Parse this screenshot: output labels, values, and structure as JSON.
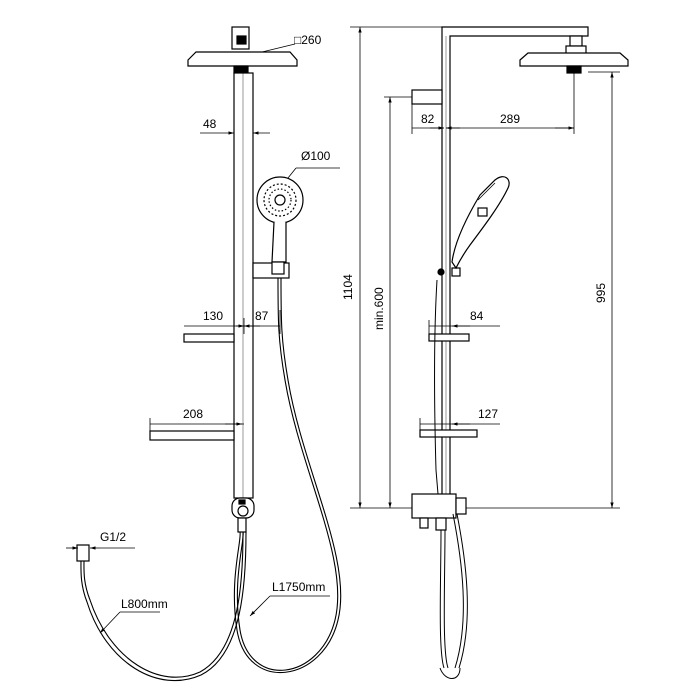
{
  "front_view": {
    "head_size": "□260",
    "arm_offset": "48",
    "handshower_diameter": "Ø100",
    "shelf_upper_width": "130",
    "shelf_upper_offset": "87",
    "shelf_lower_width": "208",
    "inlet_thread": "G1/2",
    "hose_short": "L800mm",
    "hose_long": "L1750mm"
  },
  "side_view": {
    "total_height": "1104",
    "min_height": "min.600",
    "head_height": "995",
    "arm_wall": "82",
    "arm_reach": "289",
    "shelf_upper_depth": "84",
    "shelf_lower_depth": "127"
  },
  "colors": {
    "line": "#000000",
    "fill_light": "#ffffff",
    "fill_grey": "#d9d9d9"
  }
}
